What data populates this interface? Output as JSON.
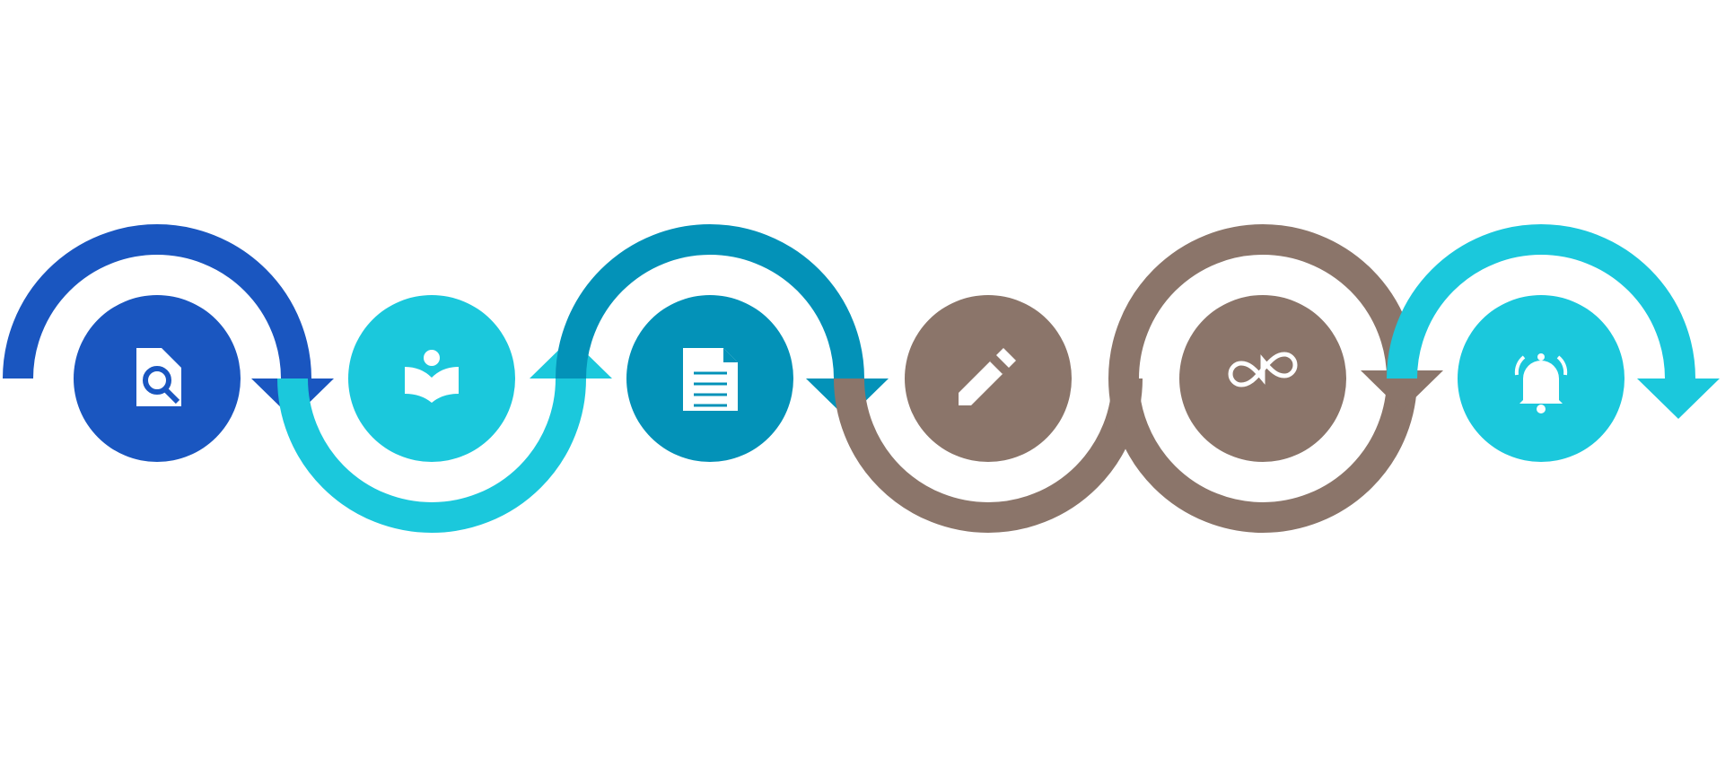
{
  "steps": [
    {
      "icon": "document-search-icon",
      "color": "#1a56c0",
      "arc": "top",
      "arrow": "down"
    },
    {
      "icon": "reading-person-icon",
      "color": "#1bc8dc",
      "arc": "bottom",
      "arrow": "up"
    },
    {
      "icon": "document-lines-icon",
      "color": "#0392b8",
      "arc": "top",
      "arrow": "down"
    },
    {
      "icon": "pencil-icon",
      "color": "#8b756a",
      "arc": "bottom",
      "arrow": "none"
    },
    {
      "icon": "infinity-icon",
      "color": "#8b756a",
      "arc": "full",
      "arrow": "down"
    },
    {
      "icon": "alarm-bell-icon",
      "color": "#1bc8dc",
      "arc": "top",
      "arrow": "down"
    }
  ]
}
